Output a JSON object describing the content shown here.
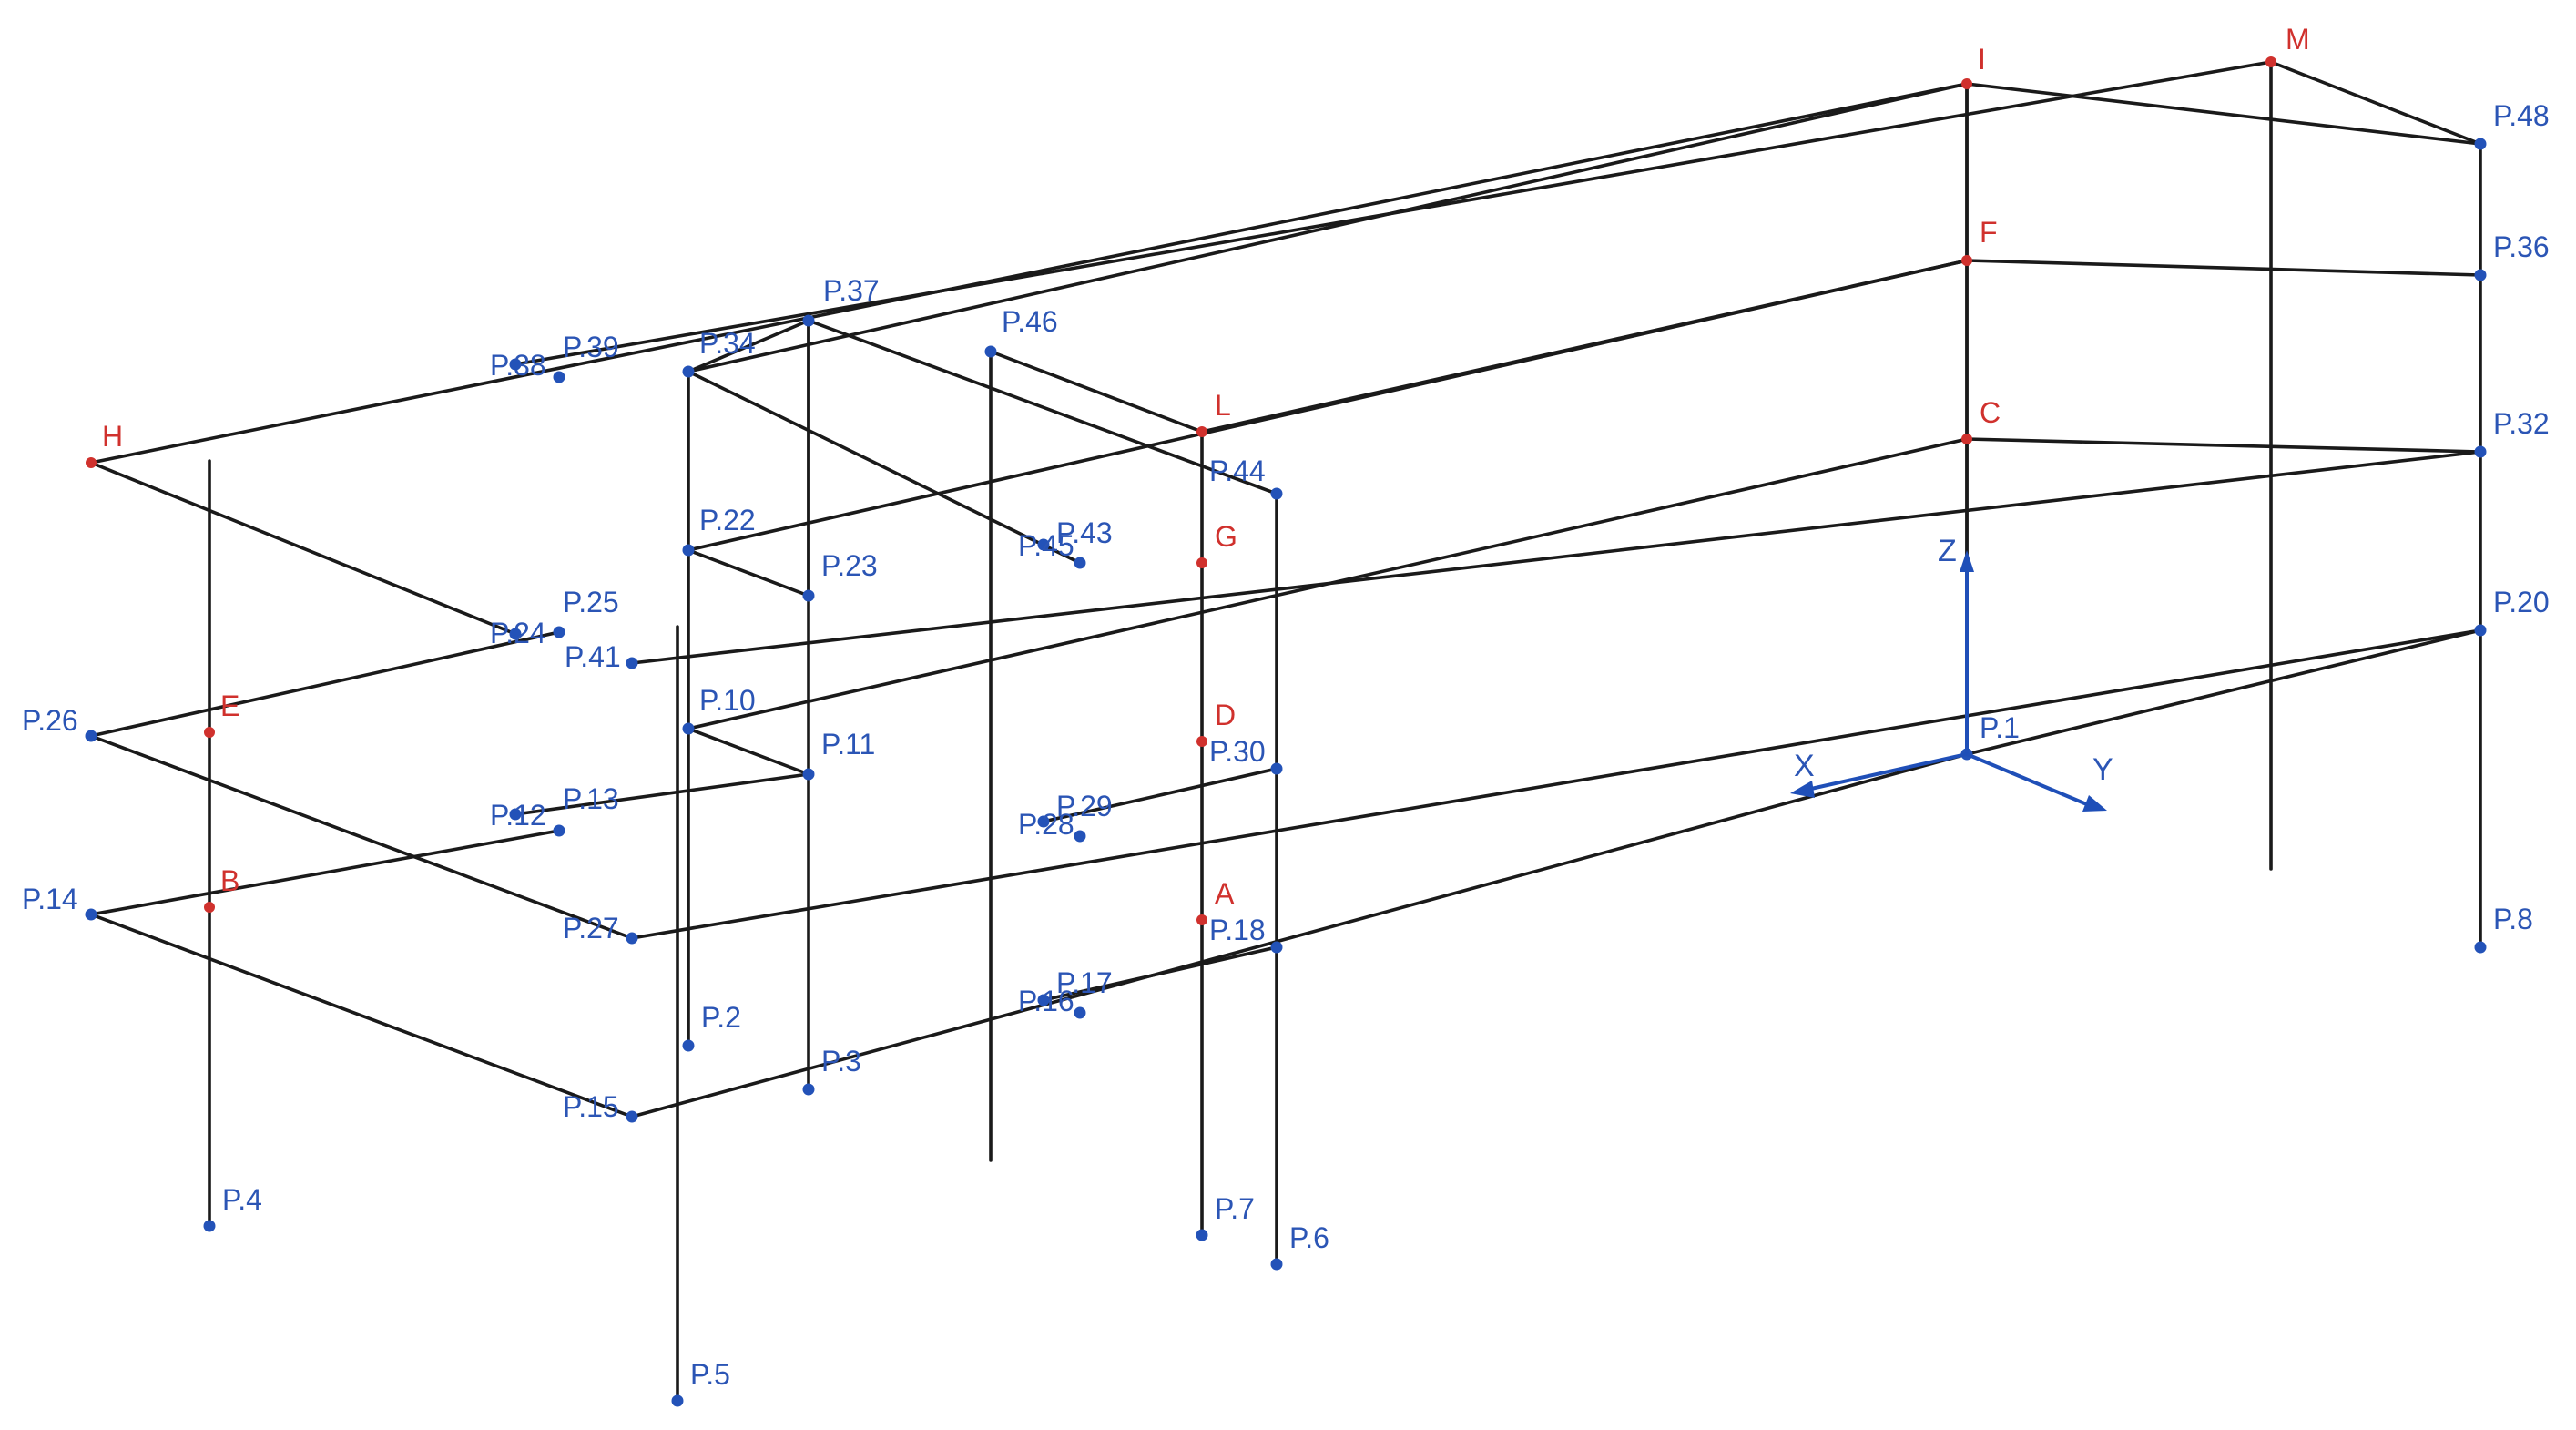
{
  "colors": {
    "beam": "#1a1a1a",
    "blue": "#2352b8",
    "red": "#d0312d"
  },
  "axes": {
    "x_label": "X",
    "y_label": "Y",
    "z_label": "Z",
    "origin": "P.1"
  },
  "nodes": [
    {
      "id": "I",
      "color": "red"
    },
    {
      "id": "M",
      "color": "red"
    },
    {
      "id": "F",
      "color": "red"
    },
    {
      "id": "C",
      "color": "red"
    },
    {
      "id": "L",
      "color": "red"
    },
    {
      "id": "G",
      "color": "red"
    },
    {
      "id": "D",
      "color": "red"
    },
    {
      "id": "A",
      "color": "red"
    },
    {
      "id": "H",
      "color": "red"
    },
    {
      "id": "E",
      "color": "red"
    },
    {
      "id": "B",
      "color": "red"
    },
    {
      "id": "P.48",
      "color": "blue"
    },
    {
      "id": "P.36",
      "color": "blue"
    },
    {
      "id": "P.32",
      "color": "blue"
    },
    {
      "id": "P.20",
      "color": "blue"
    },
    {
      "id": "P.8",
      "color": "blue"
    },
    {
      "id": "P.1",
      "color": "blue"
    },
    {
      "id": "P.37",
      "color": "blue"
    },
    {
      "id": "P.46",
      "color": "blue"
    },
    {
      "id": "P.34",
      "color": "blue"
    },
    {
      "id": "P.39",
      "color": "blue"
    },
    {
      "id": "P.38",
      "color": "blue"
    },
    {
      "id": "P.44",
      "color": "blue"
    },
    {
      "id": "P.43",
      "color": "blue"
    },
    {
      "id": "P.45",
      "color": "blue"
    },
    {
      "id": "P.22",
      "color": "blue"
    },
    {
      "id": "P.23",
      "color": "blue"
    },
    {
      "id": "P.25",
      "color": "blue"
    },
    {
      "id": "P.24",
      "color": "blue"
    },
    {
      "id": "P.41",
      "color": "blue"
    },
    {
      "id": "P.10",
      "color": "blue"
    },
    {
      "id": "P.11",
      "color": "blue"
    },
    {
      "id": "P.26",
      "color": "blue"
    },
    {
      "id": "P.30",
      "color": "blue"
    },
    {
      "id": "P.29",
      "color": "blue"
    },
    {
      "id": "P.28",
      "color": "blue"
    },
    {
      "id": "P.13",
      "color": "blue"
    },
    {
      "id": "P.12",
      "color": "blue"
    },
    {
      "id": "P.14",
      "color": "blue"
    },
    {
      "id": "P.27",
      "color": "blue"
    },
    {
      "id": "P.18",
      "color": "blue"
    },
    {
      "id": "P.17",
      "color": "blue"
    },
    {
      "id": "P.16",
      "color": "blue"
    },
    {
      "id": "P.2",
      "color": "blue"
    },
    {
      "id": "P.3",
      "color": "blue"
    },
    {
      "id": "P.15",
      "color": "blue"
    },
    {
      "id": "P.4",
      "color": "blue"
    },
    {
      "id": "P.7",
      "color": "blue"
    },
    {
      "id": "P.6",
      "color": "blue"
    },
    {
      "id": "P.5",
      "color": "blue"
    }
  ],
  "members": [
    [
      "H",
      "I"
    ],
    [
      "H",
      "P.24"
    ],
    [
      "P.34",
      "I"
    ],
    [
      "I",
      "P.48"
    ],
    [
      "I",
      "P.1"
    ],
    [
      "P.38",
      "M"
    ],
    [
      "M",
      "P.48"
    ],
    [
      "P.37",
      "P.44"
    ],
    [
      "P.34",
      "P.43"
    ],
    [
      "P.46",
      "L"
    ],
    [
      "L",
      "F"
    ],
    [
      "F",
      "P.36"
    ],
    [
      "P.36",
      "P.48"
    ],
    [
      "P.22",
      "F"
    ],
    [
      "P.23",
      "P.37"
    ],
    [
      "P.22",
      "P.23"
    ],
    [
      "P.34",
      "P.37"
    ],
    [
      "P.41",
      "P.32"
    ],
    [
      "P.32",
      "P.36"
    ],
    [
      "P.32",
      "P.20"
    ],
    [
      "P.26",
      "P.25"
    ],
    [
      "P.26",
      "P.27"
    ],
    [
      "P.27",
      "P.20"
    ],
    [
      "P.10",
      "C"
    ],
    [
      "C",
      "P.32"
    ],
    [
      "P.10",
      "P.11"
    ],
    [
      "P.12",
      "P.11"
    ],
    [
      "P.14",
      "P.13"
    ],
    [
      "P.14",
      "P.15"
    ],
    [
      "P.15",
      "P.1"
    ],
    [
      "P.1",
      "P.20"
    ],
    [
      "P.16",
      "P.18"
    ],
    [
      "P.28",
      "P.30"
    ],
    [
      "P.20",
      "P.8"
    ],
    [
      "P.34",
      "P.10"
    ],
    [
      "P.10",
      "P.2"
    ],
    [
      "P.37",
      "P.23"
    ],
    [
      "P.23",
      "P.11"
    ],
    [
      "P.11",
      "P.3"
    ],
    [
      "L",
      "P.7"
    ],
    [
      "P.44",
      "P.6"
    ],
    [
      "P.46",
      "P.46b"
    ],
    [
      "M",
      "Mb"
    ],
    [
      "Ht",
      "P.4"
    ],
    [
      "P.41t",
      "P.5"
    ],
    [
      "I",
      "P.1"
    ]
  ]
}
